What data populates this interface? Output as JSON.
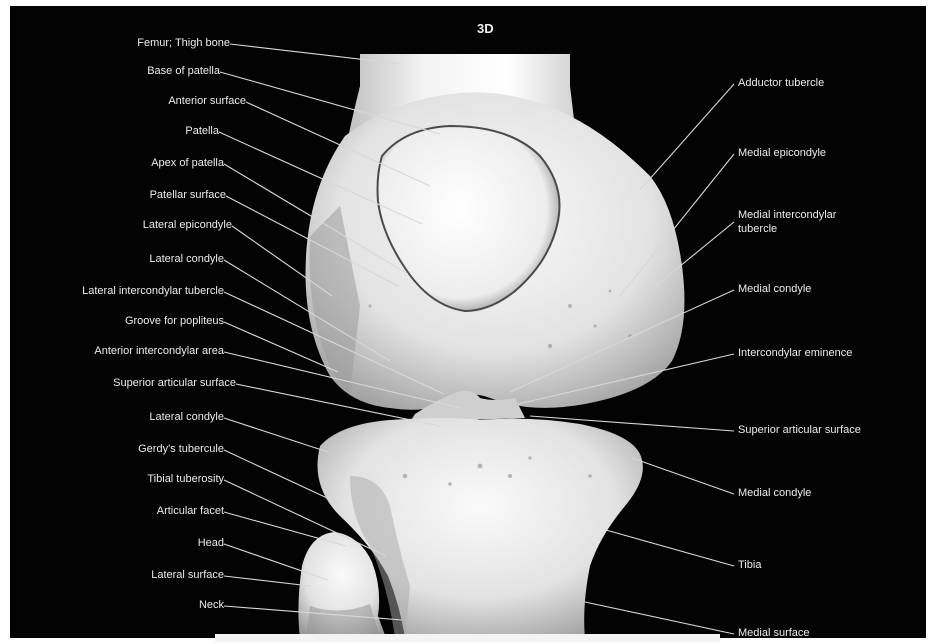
{
  "title": "3D",
  "labels_left": [
    "Femur; Thigh bone",
    "Base of patella",
    "Anterior surface",
    "Patella",
    "Apex of patella",
    "Patellar surface",
    "Lateral epicondyle",
    "Lateral condyle",
    "Lateral intercondylar tubercle",
    "Groove for popliteus",
    "Anterior intercondylar area",
    "Superior articular surface",
    "Lateral condyle",
    "Gerdy's tubercule",
    "Tibial tuberosity",
    "Articular facet",
    "Head",
    "Lateral surface",
    "Neck"
  ],
  "labels_right": [
    "Adductor tubercle",
    "Medial epicondyle",
    "Medial intercondylar",
    "tubercle",
    "Medial condyle",
    "Intercondylar eminence",
    "Superior articular surface",
    "Medial condyle",
    "Tibia",
    "Medial surface"
  ],
  "colors": {
    "background": "#030303",
    "bone": "#e6e6e6",
    "bone_shadow": "#8a8a8a",
    "label_text": "#ececec",
    "leader_line": "#d8d8d8"
  }
}
